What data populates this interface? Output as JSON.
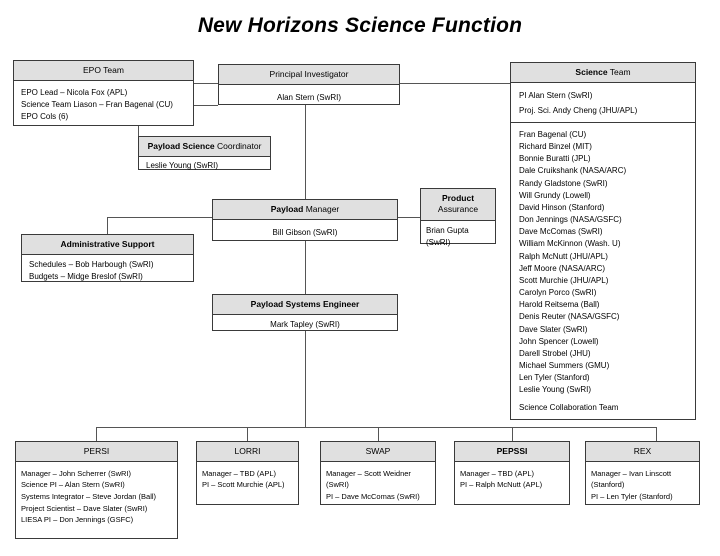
{
  "title": "New Horizons Science Function",
  "boxes": {
    "epo": {
      "header": "EPO Team",
      "lines": [
        "EPO Lead – Nicola Fox (APL)",
        "Science Team Liason – Fran Bagenal (CU)",
        "EPO Cols (6)"
      ]
    },
    "pi": {
      "header": "Principal Investigator",
      "lines": [
        "Alan Stern (SwRI)"
      ]
    },
    "science": {
      "header_bold": "Science",
      "header_rest": " Team",
      "leads": [
        "PI Alan Stern (SwRI)",
        "Proj. Sci. Andy Cheng (JHU/APL)"
      ],
      "members": [
        "Fran Bagenal (CU)",
        "Richard Binzel (MIT)",
        "Bonnie Buratti (JPL)",
        "Dale Cruikshank (NASA/ARC)",
        "Randy Gladstone (SwRI)",
        "Will Grundy (Lowell)",
        "David Hinson (Stanford)",
        "Don Jennings (NASA/GSFC)",
        "Dave McComas (SwRI)",
        "William McKinnon (Wash. U)",
        "Ralph McNutt (JHU/APL)",
        "Jeff Moore (NASA/ARC)",
        "Scott Murchie (JHU/APL)",
        "Carolyn Porco (SwRI)",
        "Harold Reitsema (Ball)",
        "Denis Reuter (NASA/GSFC)",
        "Dave Slater (SwRI)",
        "John Spencer (Lowell)",
        "Darell Strobel (JHU)",
        "Michael Summers (GMU)",
        "Len Tyler (Stanford)",
        "Leslie Young (SwRI)"
      ],
      "footer": "Science Collaboration Team"
    },
    "payload_science": {
      "header_bold": "Payload Science",
      "header_rest": " Coordinator",
      "lines": [
        "Leslie Young (SwRI)"
      ]
    },
    "payload_manager": {
      "header_bold": "Payload",
      "header_rest": " Manager",
      "lines": [
        "Bill Gibson (SwRI)"
      ]
    },
    "product_assurance": {
      "header_bold": "Product",
      "header_rest": "Assurance",
      "lines": [
        "Brian Gupta",
        "(SwRI)"
      ]
    },
    "admin": {
      "header": "Administrative Support",
      "lines": [
        "Schedules – Bob Harbough (SwRI)",
        "Budgets – Midge Breslof (SwRI)"
      ]
    },
    "payload_systems": {
      "header": "Payload Systems Engineer",
      "lines": [
        "Mark Tapley (SwRI)"
      ]
    },
    "persi": {
      "header": "PERSI",
      "lines": [
        "Manager – John Scherrer (SwRI)",
        "Science PI – Alan Stern (SwRI)",
        "Systems Integrator – Steve Jordan (Ball)",
        "Project Scientist – Dave Slater (SwRI)",
        "LIESA PI – Don Jennings (GSFC)"
      ]
    },
    "lorri": {
      "header": "LORRI",
      "lines": [
        "Manager – TBD (APL)",
        "PI – Scott Murchie (APL)"
      ]
    },
    "swap": {
      "header": "SWAP",
      "lines": [
        "Manager – Scott Weidner",
        "(SwRI)",
        "PI – Dave McComas (SwRI)"
      ]
    },
    "pepssi": {
      "header": "PEPSSI",
      "lines": [
        "Manager – TBD (APL)",
        "PI – Ralph McNutt (APL)"
      ]
    },
    "rex": {
      "header": "REX",
      "lines": [
        "Manager – Ivan Linscott",
        "(Stanford)",
        "PI – Len Tyler (Stanford)"
      ]
    }
  },
  "colors": {
    "header_fill": "#e0e0e0",
    "border": "#3a3a3a",
    "connector": "#555555",
    "background": "#ffffff",
    "text": "#000000"
  }
}
